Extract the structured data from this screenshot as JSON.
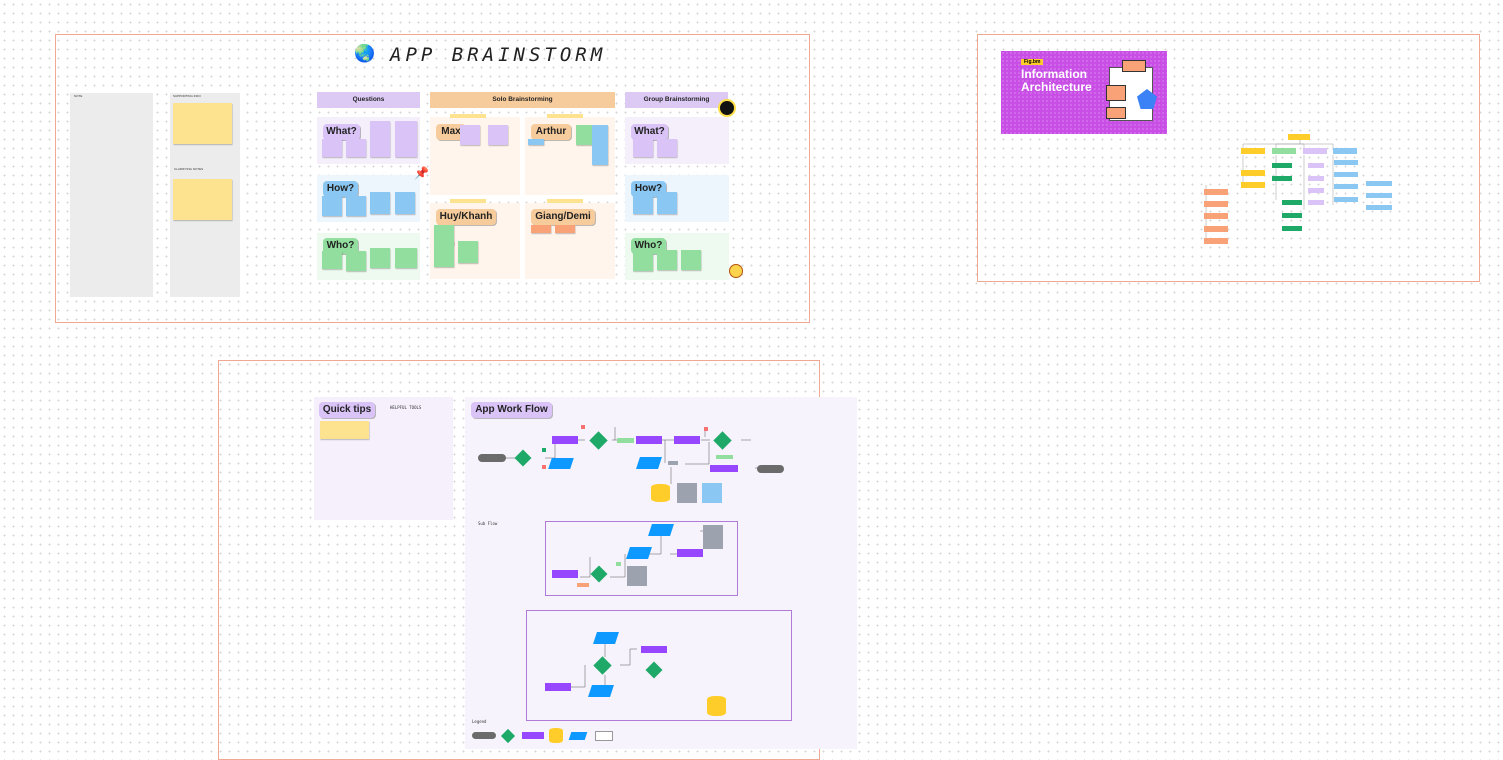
{
  "brainstorm": {
    "title": "APP BRAINSTORM",
    "globe_glyph": "🌏",
    "left_col_label": "NOTE",
    "note_head_1": "SUPPORTING INFO",
    "note_head_2": "CLARIFYING NOTES",
    "columns": {
      "questions": "Questions",
      "solo": "Solo Brainstorming",
      "group": "Group Brainstorming"
    },
    "rows": {
      "what": "What?",
      "how": "How?",
      "who": "Who?"
    },
    "people": {
      "max": "Max",
      "arthur": "Arthur",
      "huy_khanh": "Huy/Khanh",
      "giang_demi": "Giang/Demi"
    }
  },
  "ia": {
    "badge": "Fig.bm",
    "title_line1": "Information",
    "title_line2": "Architecture"
  },
  "flow": {
    "quick_tips": "Quick tips",
    "helpful_tools": "HELPFUL TOOLS",
    "app_work_flow": "App Work Flow",
    "sub_flow": "Sub Flow",
    "legend": "Legend"
  },
  "colors": {
    "questions": "#dccaf5",
    "solo": "#f7cc9c",
    "purple_note": "#d9c3f7",
    "blue_note": "#8ac7f2",
    "green_note": "#92de9e",
    "yellow_note": "#fbe29a",
    "orange_note": "#f9a277",
    "flow_purple": "#9747ff",
    "flow_green": "#1fa969",
    "flow_blue": "#0d99ff",
    "flow_yellow": "#ffcd29",
    "ia_magenta": "#c84ee6"
  }
}
